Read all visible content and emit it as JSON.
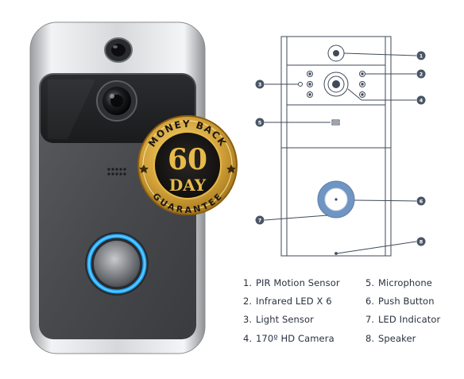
{
  "badge": {
    "top_text": "MONEY BACK",
    "number": "60",
    "word": "DAY",
    "bottom_text": "GUARANTEE"
  },
  "callouts": [
    "1",
    "2",
    "3",
    "4",
    "5",
    "6",
    "7",
    "8"
  ],
  "legend": [
    {
      "num": "1.",
      "label": "PIR Motion Sensor"
    },
    {
      "num": "2.",
      "label": "Infrared LED X 6"
    },
    {
      "num": "3.",
      "label": "Light Sensor"
    },
    {
      "num": "4.",
      "label": "170º  HD Camera"
    },
    {
      "num": "5.",
      "label": "Microphone"
    },
    {
      "num": "6.",
      "label": "Push Button"
    },
    {
      "num": "7.",
      "label": "LED Indicator"
    },
    {
      "num": "8.",
      "label": "Speaker"
    }
  ],
  "colors": {
    "ring_blue": "#1fa8ff",
    "diagram_button": "#6f95c2",
    "line": "#3f4a5a",
    "callout_fill": "#4a5566",
    "gold": "#c99a2a"
  }
}
